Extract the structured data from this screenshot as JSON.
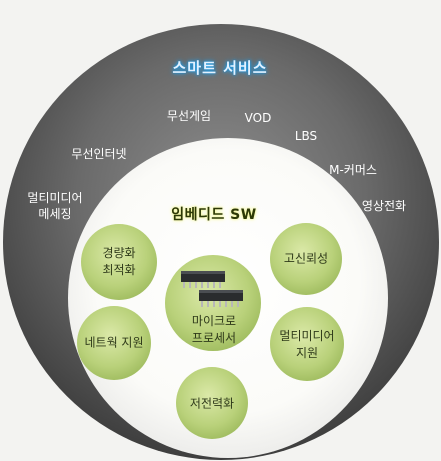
{
  "outer": {
    "title": "스마트 서비스",
    "services": [
      "무선게임",
      "VOD",
      "LBS",
      "무선인터넷",
      "M-커머스",
      "멀티미디어\n메세징",
      "영상전화"
    ]
  },
  "inner": {
    "title": "임베디드 SW",
    "items": [
      "경량화\n최적화",
      "고신뢰성",
      "네트웍 지원",
      "마이크로\n프로세서",
      "멀티미디어\n지원",
      "저전력화"
    ]
  },
  "colors": {
    "outer_ring": "#555555",
    "inner_disc": "#ffffff",
    "green_circle": "#b9d17a",
    "title_glow": "#1aa0f0"
  }
}
